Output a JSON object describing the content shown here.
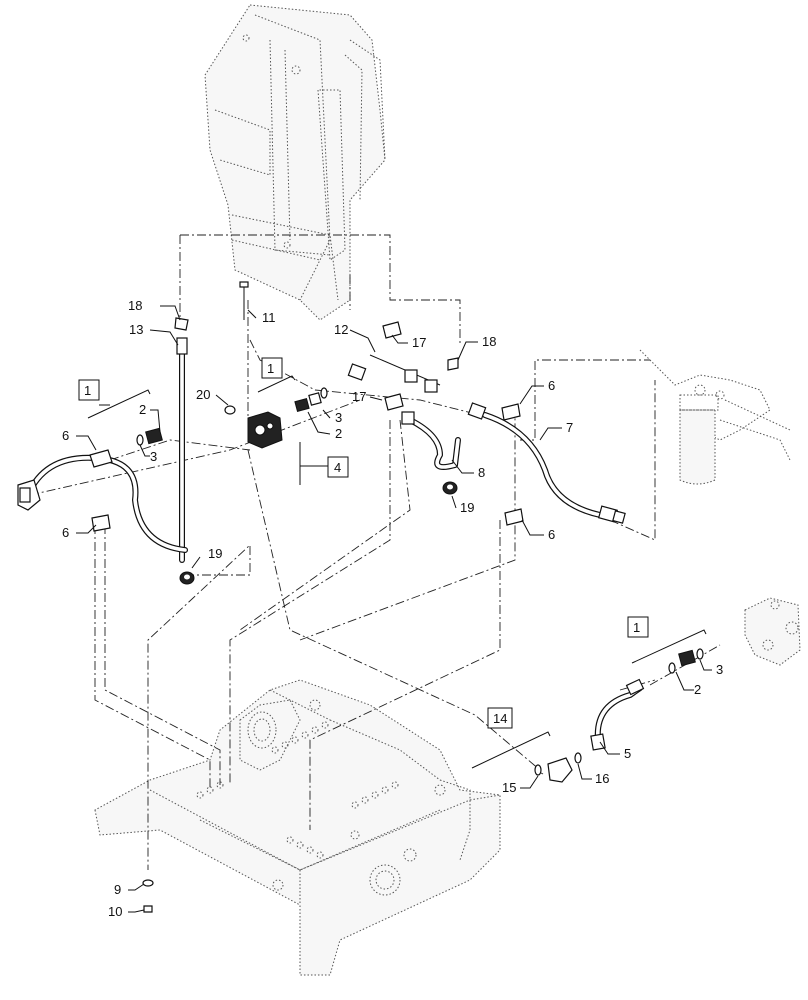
{
  "callouts": {
    "c1a": "1",
    "c1b": "1",
    "c1c": "1",
    "c2a": "2",
    "c2b": "2",
    "c2c": "2",
    "c3a": "3",
    "c3b": "3",
    "c3c": "3",
    "c4": "4",
    "c5": "5",
    "c6a": "6",
    "c6b": "6",
    "c6c": "6",
    "c6d": "6",
    "c7": "7",
    "c8": "8",
    "c9": "9",
    "c10": "10",
    "c11": "11",
    "c12": "12",
    "c13": "13",
    "c14": "14",
    "c15": "15",
    "c16": "16",
    "c17a": "17",
    "c17b": "17",
    "c18a": "18",
    "c18b": "18",
    "c19a": "19",
    "c19b": "19",
    "c20": "20"
  },
  "colors": {
    "line": "#111111",
    "ghost": "#555555",
    "background": "#ffffff"
  }
}
